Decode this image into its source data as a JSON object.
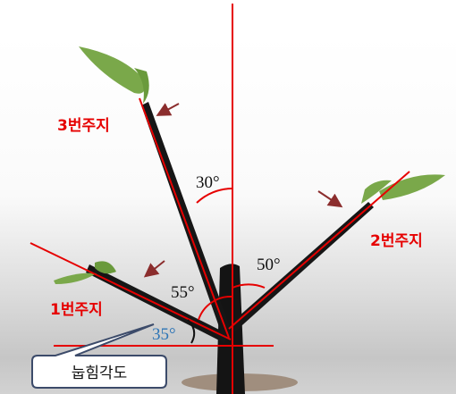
{
  "branches": [
    {
      "label": "3번주지"
    },
    {
      "label": "2번주지"
    },
    {
      "label": "1번주지"
    }
  ],
  "angles": {
    "branch3_from_vertical": "30°",
    "branch2_from_vertical": "50°",
    "branch1_from_vertical": "55°",
    "branch1_bending": "35°"
  },
  "callout": {
    "text": "눕힘각도"
  },
  "colors": {
    "guide_line": "#e60000",
    "branch_label": "#e60000",
    "angle_text": "#111111",
    "bending_angle_text": "#2e75b6",
    "arrow": "#8b2d2d",
    "trunk": "#141414",
    "leaf": "#7aa84a",
    "callout_border": "#3c4b6a",
    "callout_fill": "#ffffff"
  }
}
